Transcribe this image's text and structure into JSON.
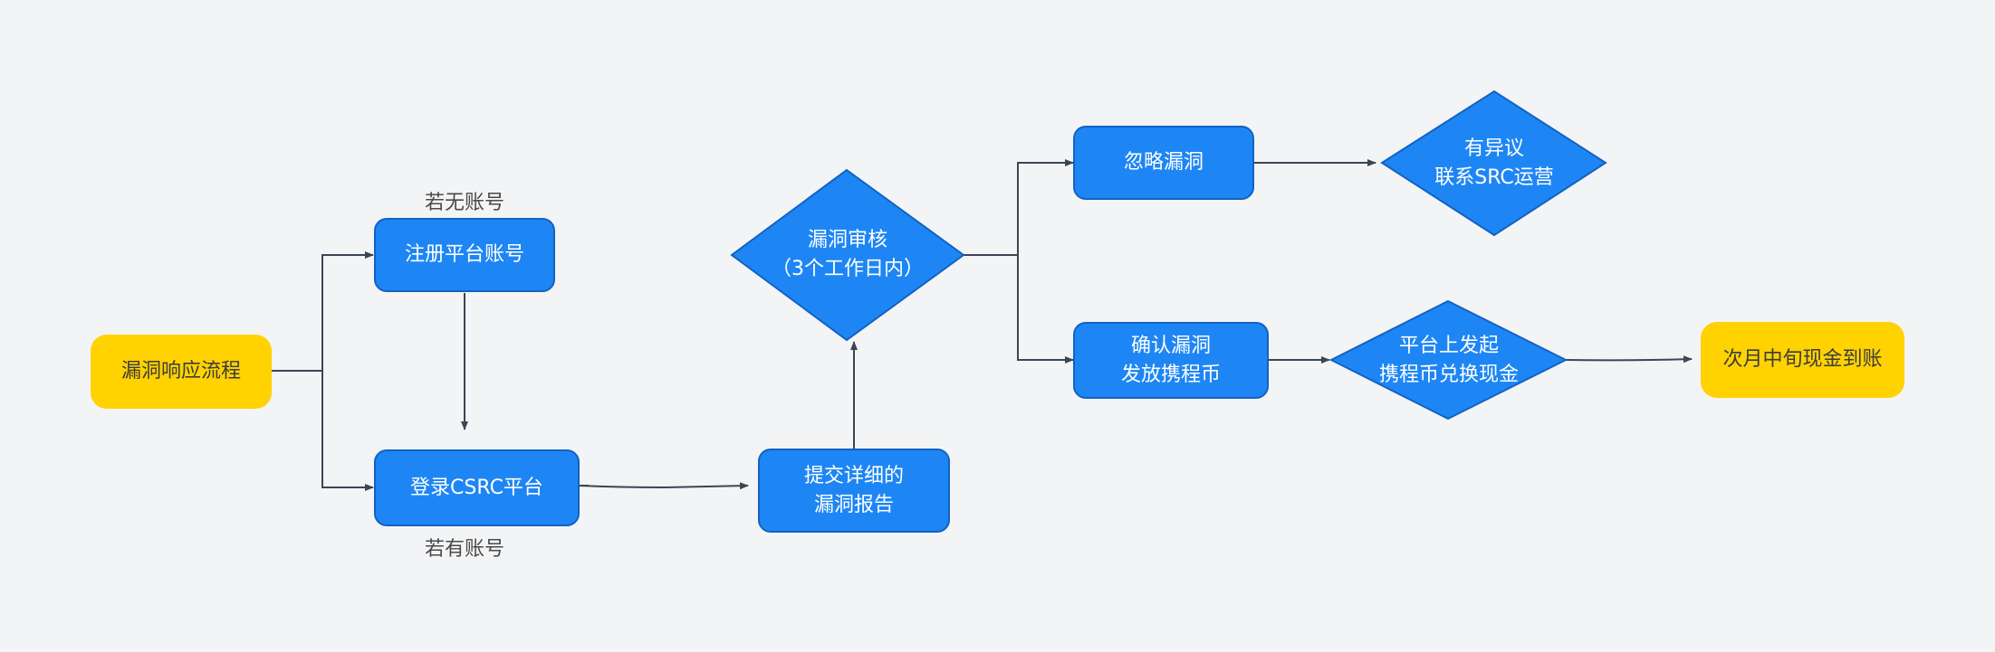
{
  "nodes": {
    "start": "漏洞响应流程",
    "register": "注册平台账号",
    "login": "登录CSRC平台",
    "submit": "提交详细的\n漏洞报告",
    "review": "漏洞审核\n（3个工作日内）",
    "ignore": "忽略漏洞",
    "dispute": "有异议\n联系SRC运营",
    "confirm": "确认漏洞\n发放携程币",
    "exchange": "平台上发起\n携程币兑换现金",
    "payout": "次月中旬现金到账"
  },
  "notes": {
    "no_account": "若无账号",
    "has_account": "若有账号"
  },
  "colors": {
    "process": "#1e86f4",
    "process_border": "#1262c2",
    "terminal": "#ffd200",
    "edge": "#3b4654",
    "background": "#f3f4f6"
  }
}
